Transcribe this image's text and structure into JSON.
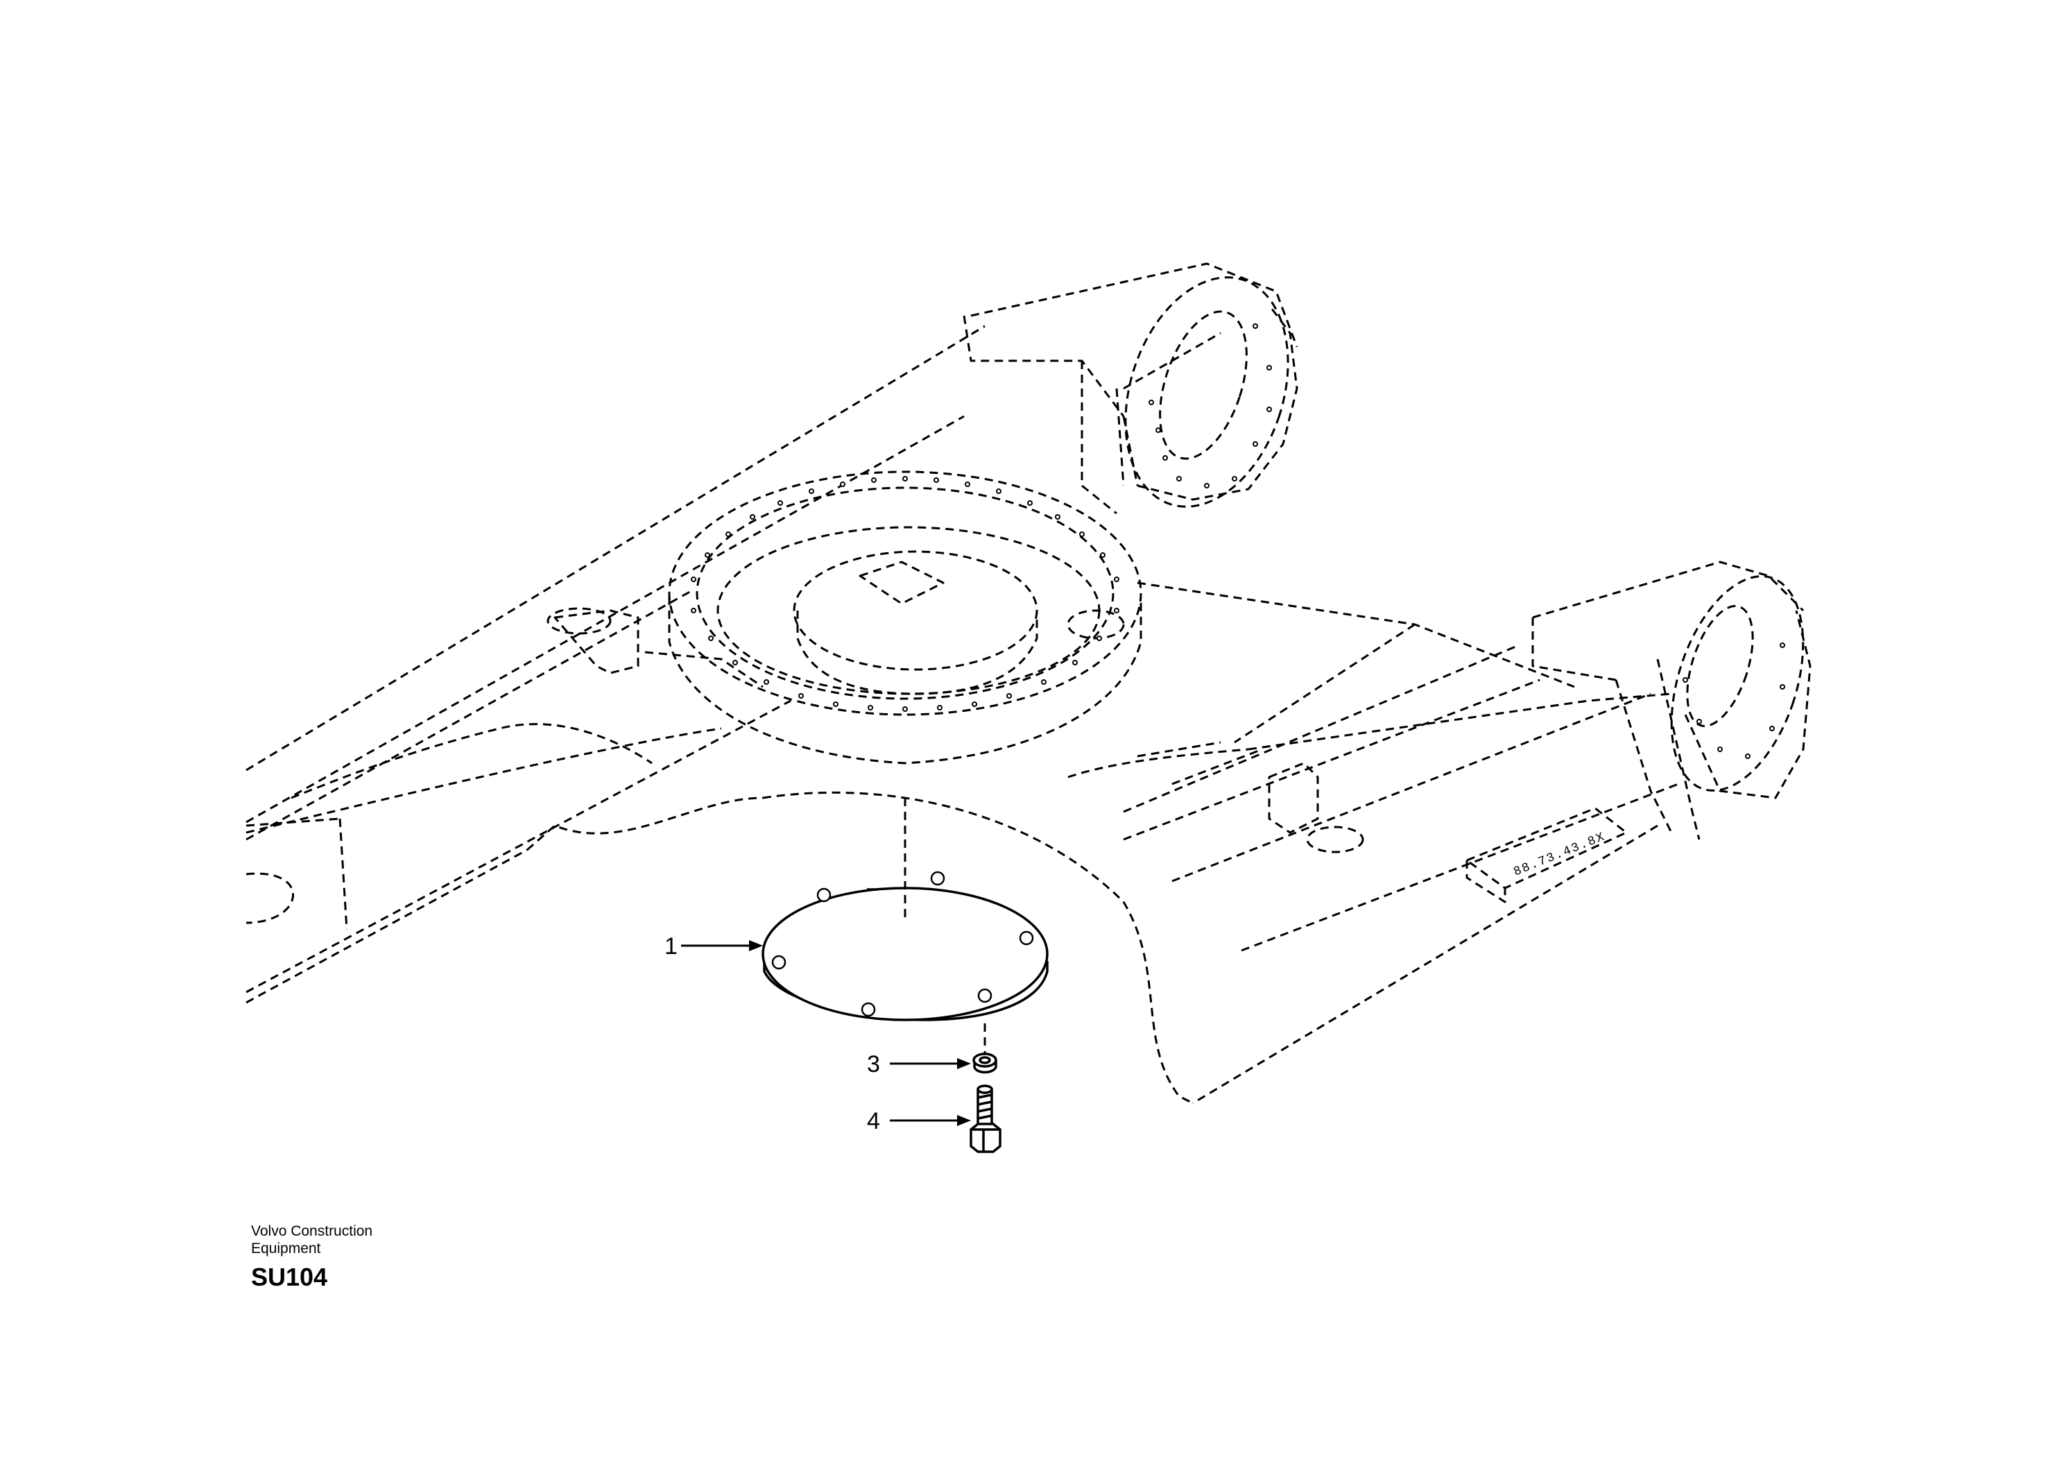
{
  "callouts": {
    "cover_plate": "1",
    "washer": "3",
    "bolt": "4"
  },
  "frame_marking": "88.73.43.8X",
  "footer": {
    "manufacturer": "Volvo Construction Equipment",
    "illustration_code": "SU104"
  },
  "colors": {
    "line": "#000000",
    "background": "#ffffff"
  }
}
